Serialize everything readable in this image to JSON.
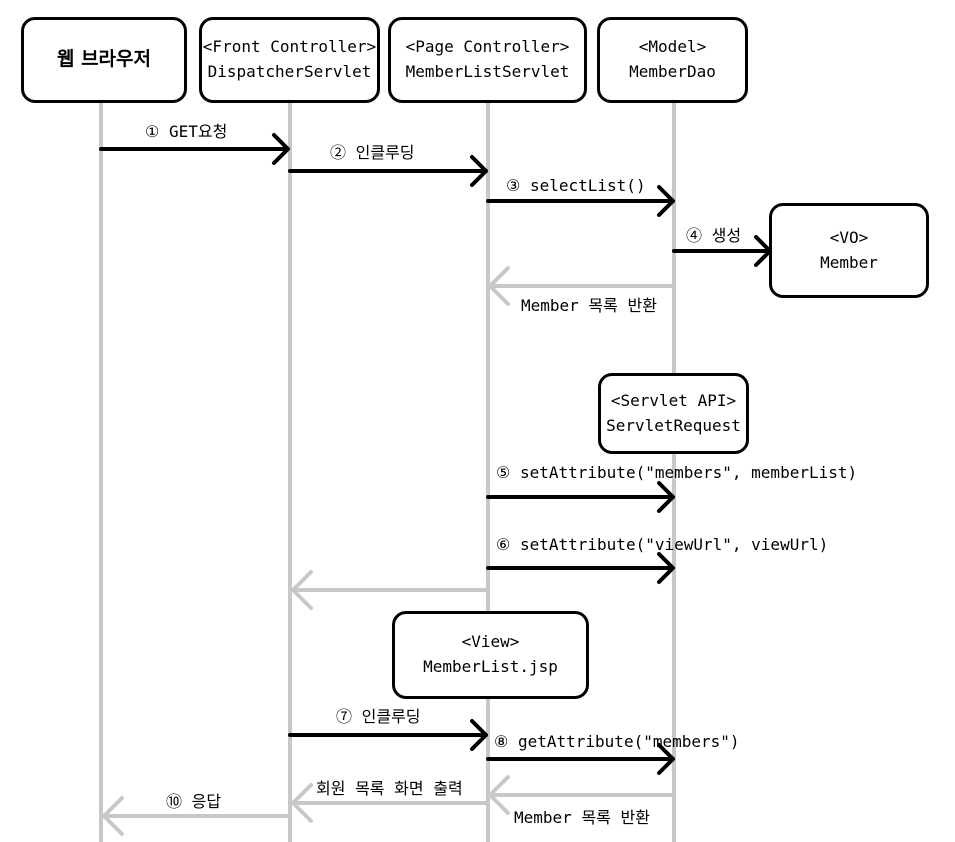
{
  "participants": {
    "browser": {
      "name": "웹 브라우저"
    },
    "front": {
      "stereotype": "<Front Controller>",
      "name": "DispatcherServlet"
    },
    "page": {
      "stereotype": "<Page Controller>",
      "name": "MemberListServlet"
    },
    "model": {
      "stereotype": "<Model>",
      "name": "MemberDao"
    },
    "vo": {
      "stereotype": "<VO>",
      "name": "Member"
    },
    "request": {
      "stereotype": "<Servlet API>",
      "name": "ServletRequest"
    },
    "view": {
      "stereotype": "<View>",
      "name": "MemberList.jsp"
    }
  },
  "messages": {
    "m1": "① GET요청",
    "m2": "② 인클루딩",
    "m3": "③ selectList()",
    "m4": "④ 생성",
    "r1": "Member 목록 반환",
    "m5": "⑤ setAttribute(\"members\", memberList)",
    "m6": "⑥ setAttribute(\"viewUrl\", viewUrl)",
    "m7": "⑦ 인클루딩",
    "m8": "⑧ getAttribute(\"members\")",
    "r2": "Member 목록 반환",
    "r3": "회원 목록 화면 출력",
    "m10": "⑩ 응답"
  },
  "colors": {
    "call": "#000000",
    "return": "#c8c8c8",
    "lifeline": "#c8c8c8"
  }
}
